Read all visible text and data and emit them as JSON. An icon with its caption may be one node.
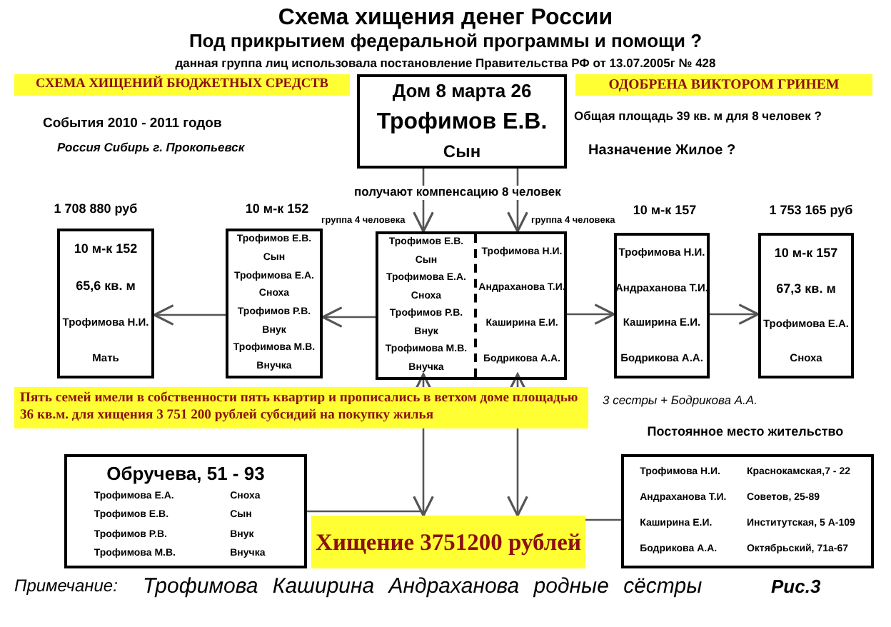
{
  "diagram": {
    "title": "Схема хищения денег  России",
    "nodes": [
      {
        "text": [
          "Дом 8 марта 26",
          "Трофимов Е.В.",
          "Сын"
        ]
      },
      {
        "text": [],
        "shape": "box"
      },
      {
        "text": [
          "Трофимов Е.В.",
          "Сын",
          "Трофимова Е.А.",
          "Сноха",
          "Трофимов Р.В.",
          "Внук",
          "Трофимова М.В.",
          "Внучка"
        ],
        "in": 1
      },
      {
        "text": [
          "Трофимова Н.И.",
          "Андраханова Т.И.",
          "Каширина Е.И.",
          "Бодрикова А.А."
        ],
        "in": 1
      },
      {
        "text": [
          "Трофимов Е.В.",
          "Сын",
          "Трофимова Е.А.",
          "Сноха",
          "Трофимов Р.В.",
          "Внук",
          "Трофимова М.В.",
          "Внучка"
        ],
        "beside": [
          "10 м-к 152"
        ]
      },
      {
        "text": [
          "10 м-к 152",
          "65,6 кв. м",
          "Трофимова Н.И.",
          "Мать"
        ],
        "beside": [
          "1 708 880  руб"
        ]
      },
      {
        "text": [
          "Трофимова Н.И.",
          "Андраханова Т.И.",
          "Каширина Е.И.",
          "Бодрикова А.А."
        ],
        "beside": [
          "10 м-к 157"
        ]
      },
      {
        "text": [
          "10 м-к 157",
          "67,3 кв. м",
          "Трофимова Е.А.",
          "Сноха"
        ],
        "beside": [
          "1 753 165  руб"
        ]
      },
      {
        "text": [
          "Хищение 3751200 рублей"
        ]
      },
      {
        "text": [
          "Обручева, 51 - 93",
          "Трофимова Е.А.",
          "Сноха",
          "Трофимов Е.В.",
          "Сын",
          "Трофимов Р.В.",
          "Внук",
          "Трофимова М.В.",
          "Внучка"
        ]
      },
      {
        "text": [
          "Трофимова Н.И.",
          "Краснокамская,7 - 22",
          "Андраханова Т.И.",
          "Советов, 25-89",
          "Каширина Е.И.",
          "Институтская, 5 А-109",
          "Бодрикова А.А.",
          "Октябрьский, 71а-67"
        ],
        "beside": [
          "Постоянное место жительство"
        ]
      }
    ],
    "edges": [
      {
        "from": 0,
        "to": 2,
        "arrow": "to"
      },
      {
        "from": 0,
        "to": 3,
        "arrow": "to"
      },
      {
        "from": 1,
        "to": 4,
        "arrow": "to"
      },
      {
        "from": 4,
        "to": 5,
        "arrow": "to"
      },
      {
        "from": 1,
        "to": 6,
        "arrow": "to"
      },
      {
        "from": 6,
        "to": 7,
        "arrow": "to"
      },
      {
        "from": 2,
        "to": 8,
        "arrow": "both"
      },
      {
        "from": 3,
        "to": 8,
        "arrow": "both"
      },
      {
        "from": 9,
        "to": 8,
        "arrow": "none"
      },
      {
        "from": 8,
        "to": 10,
        "arrow": "none"
      }
    ],
    "labels": [
      "Под прикрытием федеральной программы и помощи ?",
      "данная группа лиц  использовала  постановление Правительства РФ от 13.07.2005г  № 428",
      "СХЕМА ХИЩЕНИЙ БЮДЖЕТНЫХ СРЕДСТВ",
      "ОДОБРЕНА ВИКТОРОМ ГРИНЕМ",
      "События 2010 - 2011 годов",
      "Общая площадь 39 кв. м  для  8 человек ?",
      "Россия Сибирь г. Прокопьевск",
      "Назначение Жилое ?",
      "получают компенсацию 8 человек",
      "группа 4 человека",
      "группа 4 человека",
      "Пять семей имели в собственности пять квартир и прописались в ветхом доме площадью 36 кв.м. для хищения 3 751 200 рублей субсидий на покупку жилья",
      "3 сестры + Бодрикова А.А.",
      "Примечание:",
      "Трофимова  Каширина  Андраханова  родные сёстры",
      "Рис.3"
    ]
  }
}
